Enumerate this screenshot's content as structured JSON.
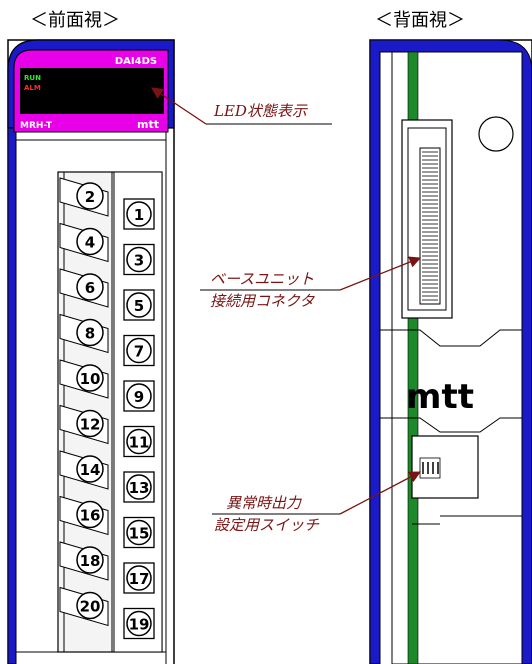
{
  "titles": {
    "front": "＜前面視＞",
    "back": "＜背面視＞"
  },
  "led_window": {
    "model": "DAI4DS",
    "run_label": "RUN",
    "alm_label": "ALM",
    "series_label": "MRH-T",
    "brand": "mtt"
  },
  "terminals": {
    "left": [
      "2",
      "4",
      "6",
      "8",
      "10",
      "12",
      "14",
      "16",
      "18",
      "20"
    ],
    "right": [
      "1",
      "3",
      "5",
      "7",
      "9",
      "11",
      "13",
      "15",
      "17",
      "19"
    ]
  },
  "back_brand": "mtt",
  "callouts": {
    "led": "LED状態表示",
    "connector_line1": "ベースユニット",
    "connector_line2": "接続用コネクタ",
    "switch_line1": "異常時出力",
    "switch_line2": "設定用スイッチ"
  },
  "colors": {
    "frame_blue": "#1a1ac8",
    "led_panel_magenta": "#e800e8",
    "run_green": "#22ee22",
    "alm_red": "#ff2a2a",
    "callout_red": "#7a1414",
    "pcb_green": "#1c8a2a"
  }
}
